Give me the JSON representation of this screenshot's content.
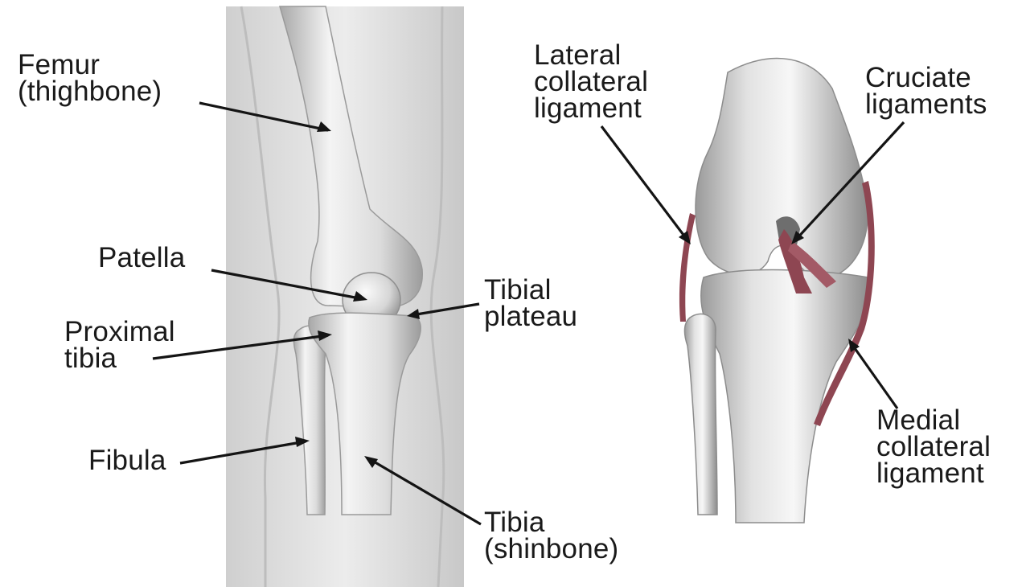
{
  "left_panel": {
    "labels": {
      "femur": "Femur\n(thighbone)",
      "patella": "Patella",
      "proximal_tibia": "Proximal\ntibia",
      "fibula": "Fibula",
      "tibial_plateau": "Tibial\nplateau",
      "tibia": "Tibia\n(shinbone)"
    }
  },
  "right_panel": {
    "labels": {
      "lateral_collateral_ligament": "Lateral\ncollateral\nligament",
      "cruciate_ligaments": "Cruciate\nligaments",
      "medial_collateral_ligament": "Medial\ncollateral\nligament"
    }
  },
  "colors": {
    "label_text": "#1a1a1a",
    "bone_light": "#f2f2f2",
    "bone_shade": "#9a9a9a",
    "leg_background": "#d9d9d9",
    "ligament": "#8e4652"
  }
}
